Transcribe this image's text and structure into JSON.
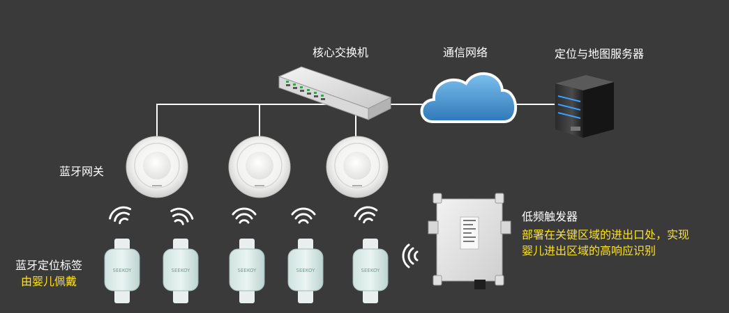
{
  "labels": {
    "core_switch": "核心交换机",
    "comm_network": "通信网络",
    "server": "定位与地图服务器",
    "bt_gateway": "蓝牙网关",
    "bt_tag": "蓝牙定位标签",
    "tag_worn": "由婴儿佩戴",
    "lf_trigger": "低频触发器",
    "trigger_desc_1": "部署在关键区域的进出口处，实现",
    "trigger_desc_2": "婴儿进出区域的高响应识别"
  },
  "tag_brand": "SEEKOY",
  "colors": {
    "background": "#3a3a3a",
    "highlight": "#ffe21a",
    "text": "#ffffff",
    "cloud": "#3b86c4",
    "server_light": "#3aa0ff"
  }
}
